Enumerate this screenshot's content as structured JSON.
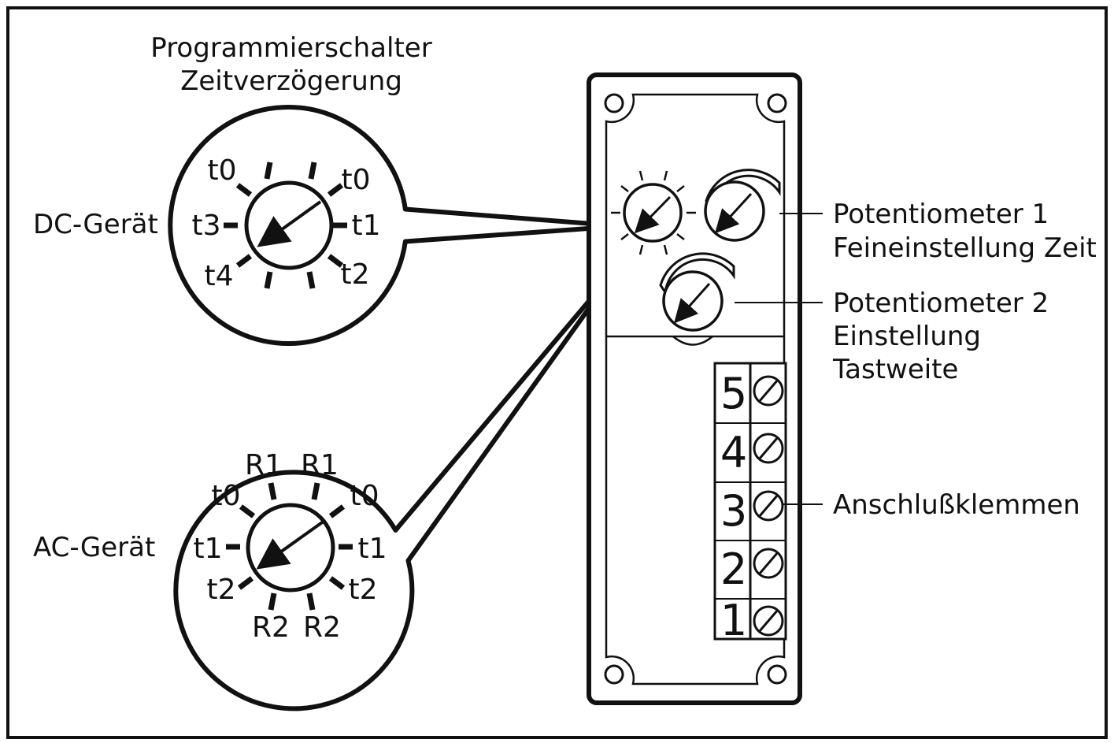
{
  "title": {
    "line1": "Programmierschalter",
    "line2": "Zeitverzögerung"
  },
  "dc_device": {
    "label": "DC-Gerät",
    "dial_labels": [
      "t0",
      "t0",
      "t3",
      "t1",
      "t4",
      "t2"
    ]
  },
  "ac_device": {
    "label": "AC-Gerät",
    "dial_labels": [
      "R1",
      "R1",
      "t0",
      "t0",
      "t1",
      "t1",
      "t2",
      "t2",
      "R2",
      "R2"
    ]
  },
  "potentiometer1": {
    "line1": "Potentiometer 1",
    "line2": "Feineinstellung Zeit"
  },
  "potentiometer2": {
    "line1": "Potentiometer 2",
    "line2": "Einstellung",
    "line3": "Tastweite"
  },
  "terminals": {
    "label": "Anschlußklemmen",
    "numbers": [
      "5",
      "4",
      "3",
      "2",
      "1"
    ]
  },
  "colors": {
    "ink": "#111111",
    "background": "#ffffff"
  }
}
